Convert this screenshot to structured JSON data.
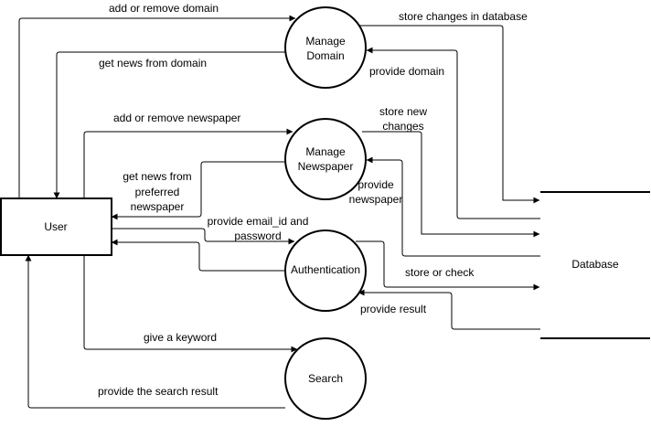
{
  "diagram": {
    "nodes": {
      "user": "User",
      "manage_domain": [
        "Manage",
        "Domain"
      ],
      "manage_newspaper": [
        "Manage",
        "Newspaper"
      ],
      "authentication": "Authentication",
      "search": "Search",
      "database": "Database"
    },
    "edges": {
      "add_remove_domain": "add or remove domain",
      "get_news_domain": "get news from domain",
      "store_changes_db": "store changes in database",
      "provide_domain": "provide domain",
      "add_remove_newspaper": "add or remove newspaper",
      "store_new_changes": [
        "store new",
        "changes"
      ],
      "get_news_preferred": [
        "get news from",
        "preferred",
        "newspaper"
      ],
      "provide_newspaper": [
        "provide",
        "newspaper"
      ],
      "provide_email_password": [
        "provide email_id and",
        "password"
      ],
      "store_or_check": "store or check",
      "provide_result": "provide result",
      "give_keyword": "give a keyword",
      "provide_search_result": "provide the search result"
    }
  }
}
